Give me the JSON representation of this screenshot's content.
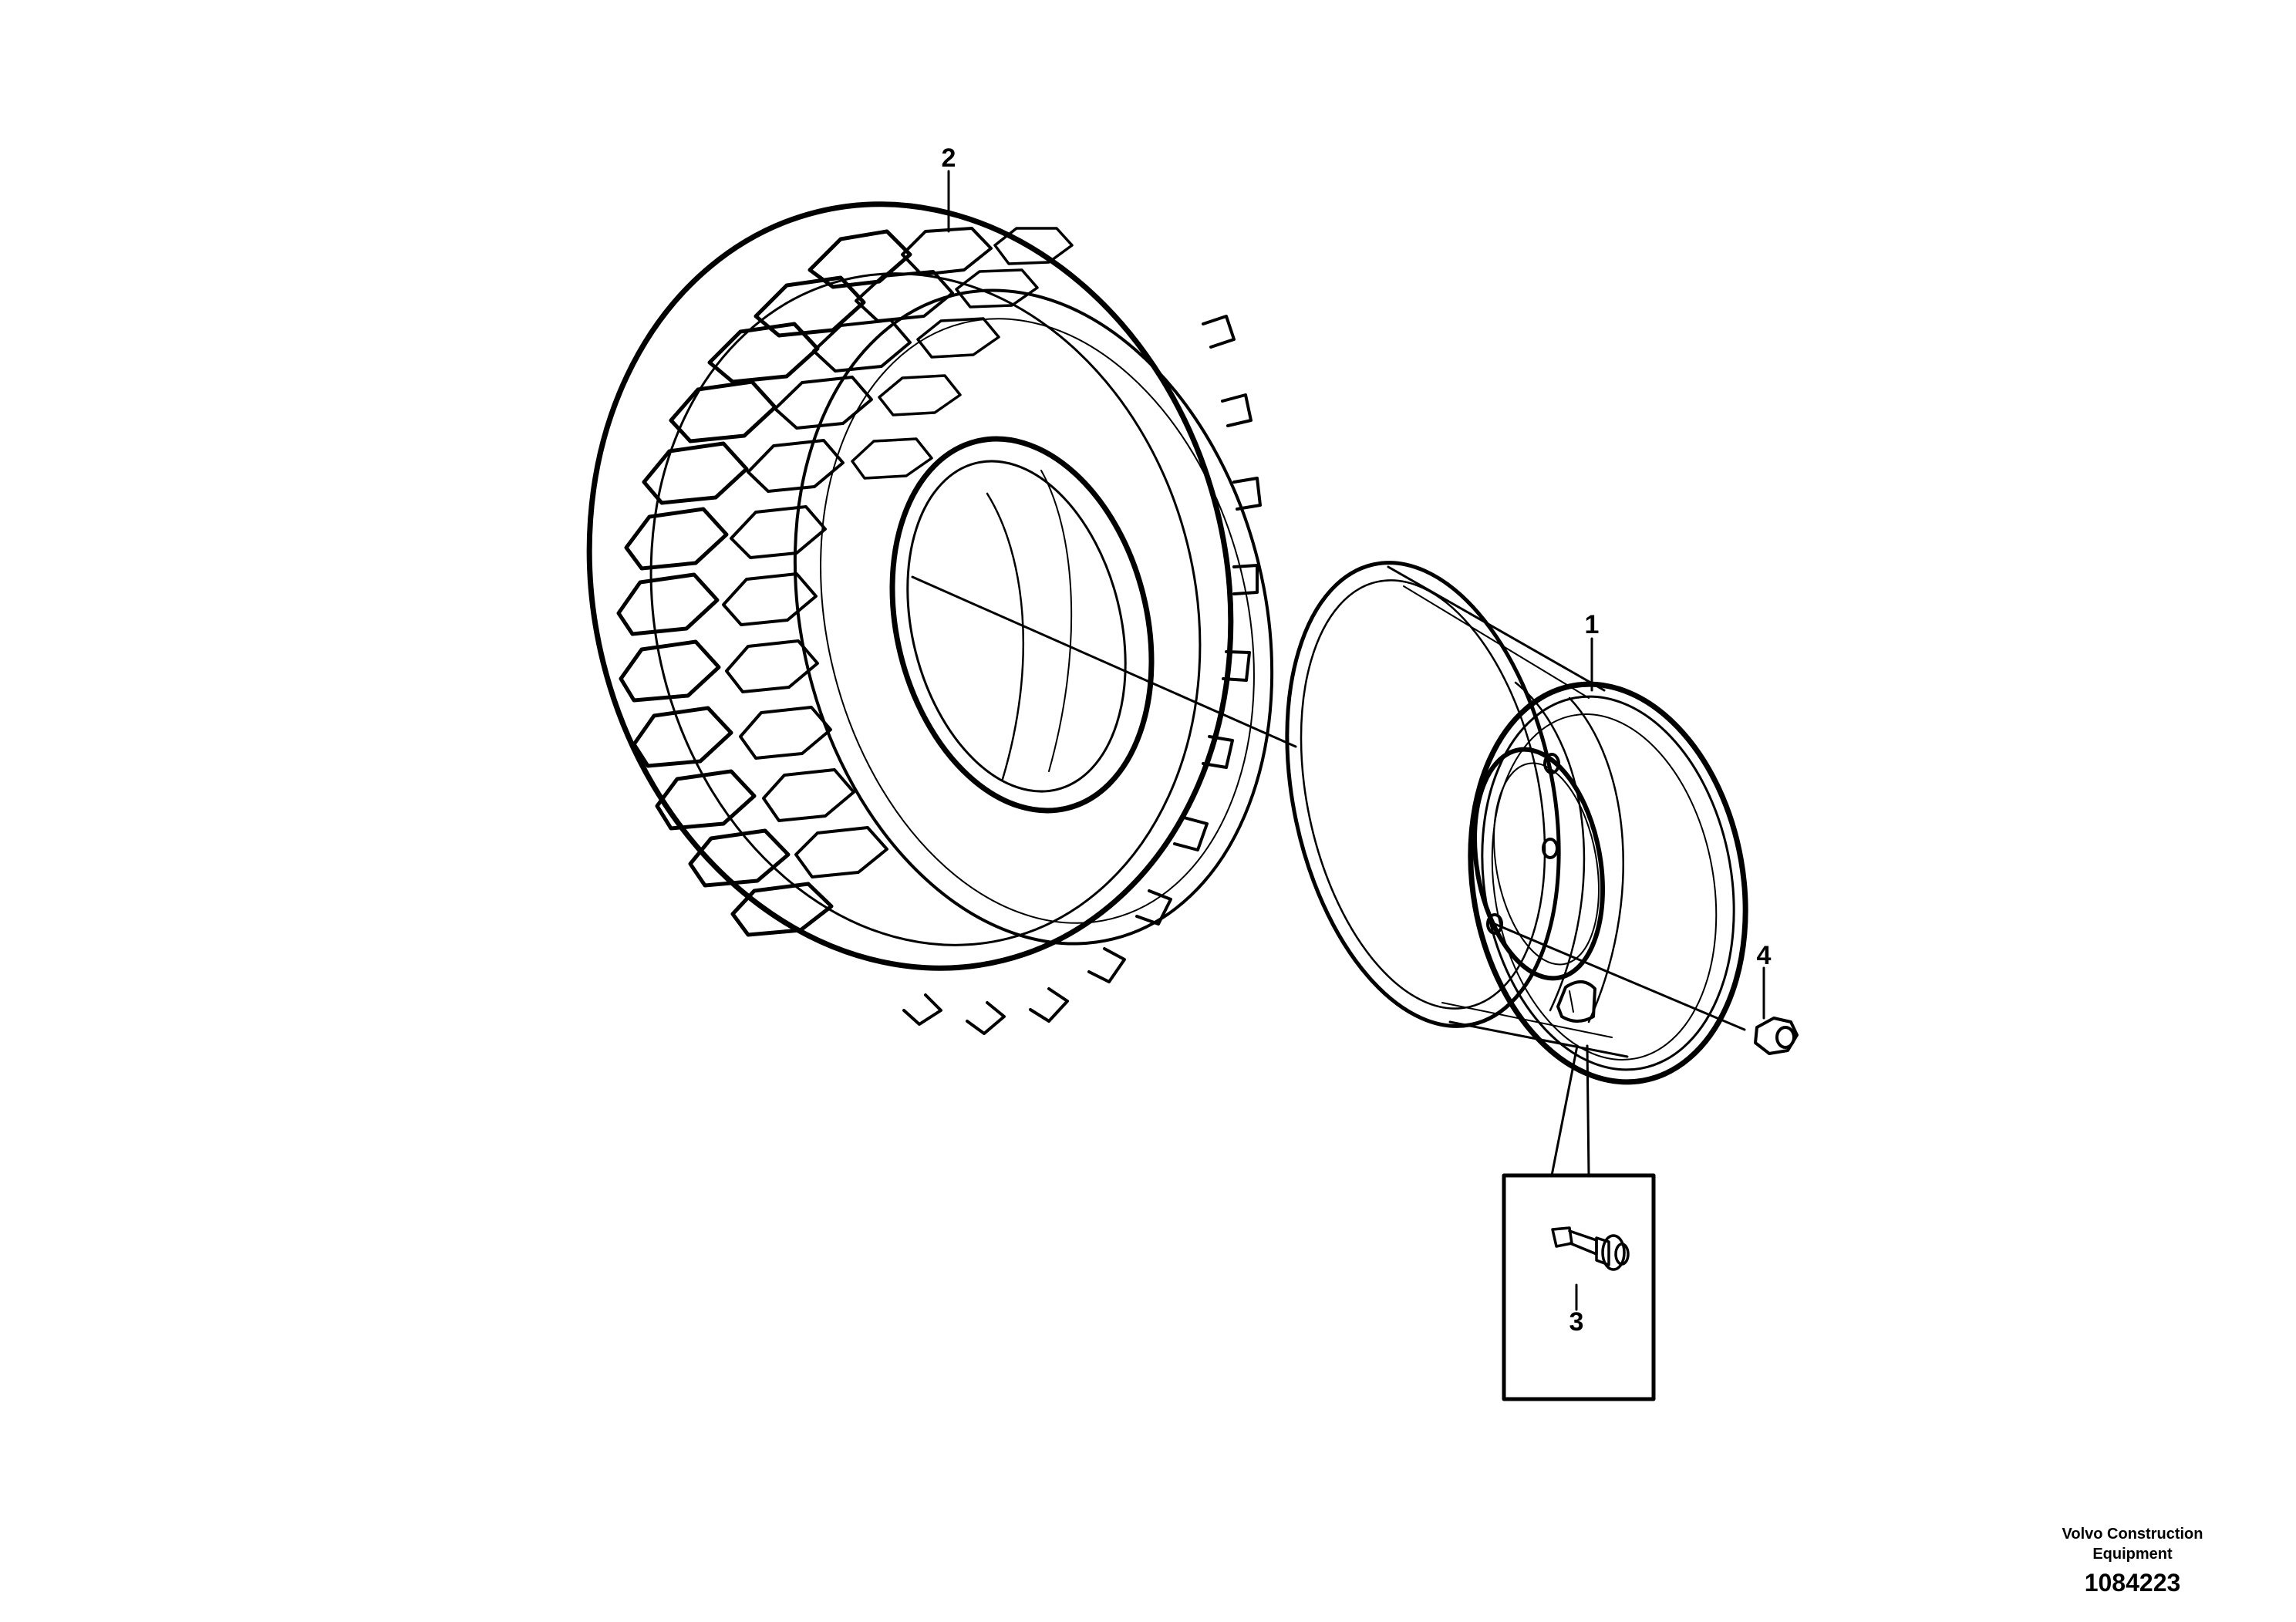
{
  "callouts": {
    "wheel_rim": "1",
    "tire": "2",
    "valve": "3",
    "nut": "4"
  },
  "footer": {
    "brand_line1": "Volvo Construction",
    "brand_line2": "Equipment",
    "drawing_number": "1084223"
  },
  "colors": {
    "line": "#000000",
    "background": "#ffffff"
  }
}
